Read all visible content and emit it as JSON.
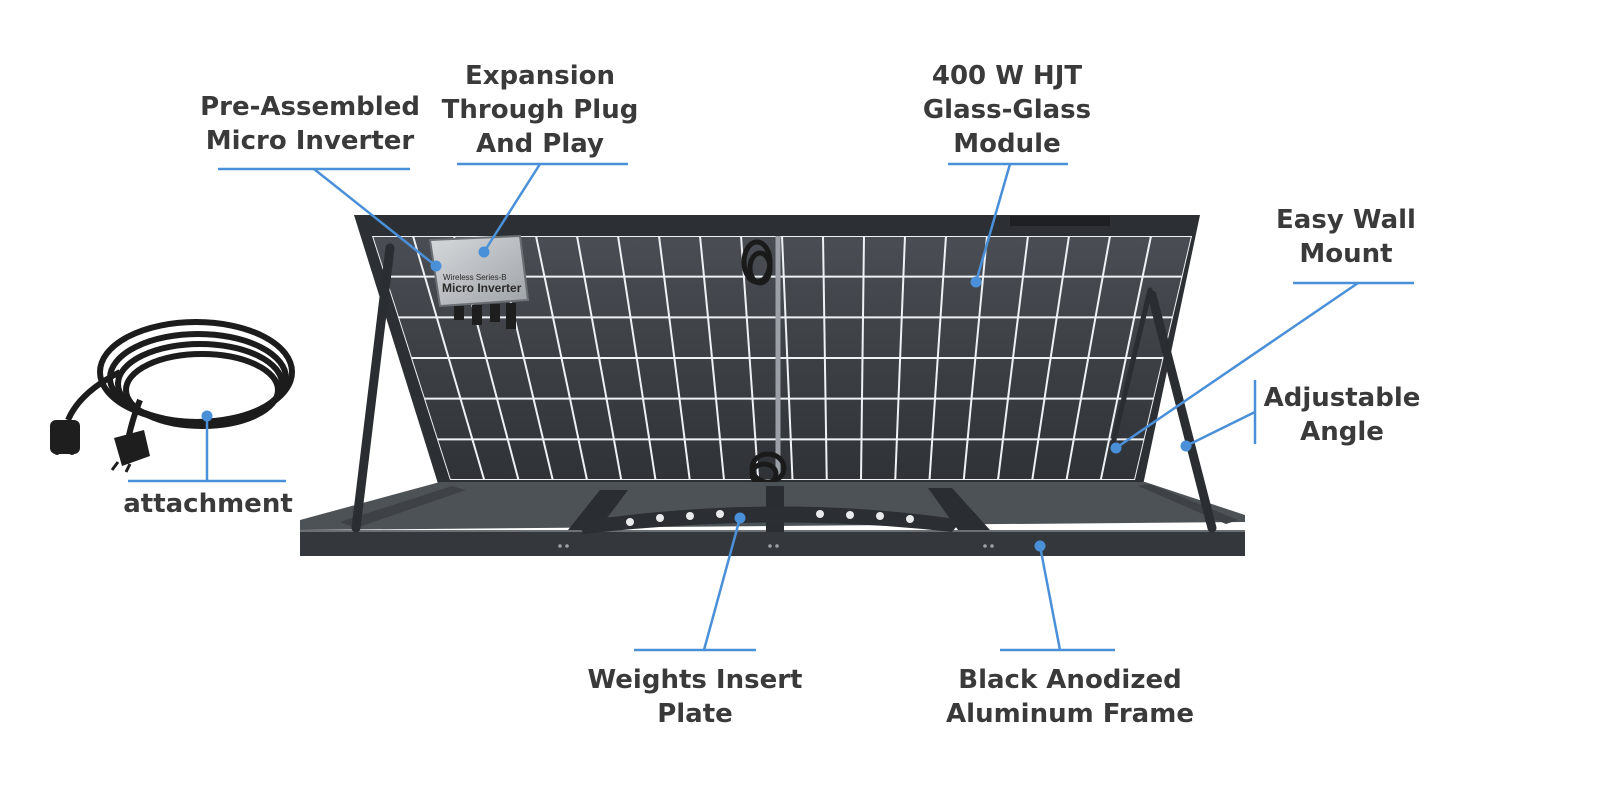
{
  "labels": {
    "inverter": [
      "Pre-Assembled",
      "Micro Inverter"
    ],
    "expansion": [
      "Expansion",
      "Through Plug",
      "And Play"
    ],
    "module": [
      "400 W HJT",
      "Glass-Glass",
      "Module"
    ],
    "wall_mount": [
      "Easy Wall",
      "Mount"
    ],
    "angle": [
      "Adjustable",
      "Angle"
    ],
    "attachment": [
      "attachment"
    ],
    "weights": [
      "Weights Insert",
      "Plate"
    ],
    "frame": [
      "Black Anodized",
      "Aluminum Frame"
    ]
  },
  "inverter_plate": {
    "line1": "Wireless Series-B",
    "line2": "Micro Inverter"
  },
  "colors": {
    "leader": "#4a90d9",
    "label_text": "#3a3a3a",
    "frame": "#34383c",
    "panel_cell": "#3c4045",
    "panel_grid": "#eef2f5",
    "inverter": "#b8bcc0",
    "cable": "#1c1c1c"
  }
}
